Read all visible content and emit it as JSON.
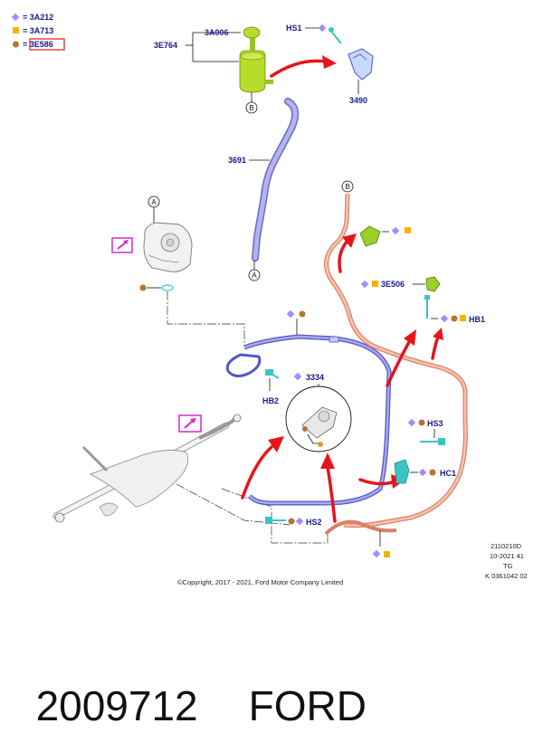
{
  "legend": [
    {
      "symbol": "diamond",
      "color": "#a78bfa",
      "text": "= 3A212"
    },
    {
      "symbol": "square",
      "color": "#f5b400",
      "text": "= 3A713"
    },
    {
      "symbol": "circle",
      "color": "#b87333",
      "text": "= 3E586"
    }
  ],
  "labels": {
    "res_cap": "3A006",
    "reservoir": "3E764",
    "hs1": "HS1",
    "bracket": "3490",
    "hose_3691": "3691",
    "callout_b_top": "B",
    "callout_a_bottom": "A",
    "callout_a_pump": "A",
    "callout_b_line": "B",
    "valve": "3E506",
    "hb1": "HB1",
    "hb2": "HB2",
    "part_3334": "3334",
    "hs3": "HS3",
    "hc1": "HC1",
    "hs2": "HS2"
  },
  "ref_codes": [
    "2110210D",
    "10-2021 41",
    "TG",
    "K 0361042 02"
  ],
  "copyright": "©Copyright, 2017 - 2021, Ford Motor Company Limited",
  "footer": {
    "part_number": "2009712",
    "brand": "FORD"
  },
  "colors": {
    "label": "#1a1a8c",
    "arrow": "#e8141b",
    "hose_blue": "#8e8ee0",
    "hose_orange": "#e5987a",
    "reservoir": "#b7dc2a",
    "teal": "#3bc4c4",
    "magenta": "#d12bd1"
  }
}
